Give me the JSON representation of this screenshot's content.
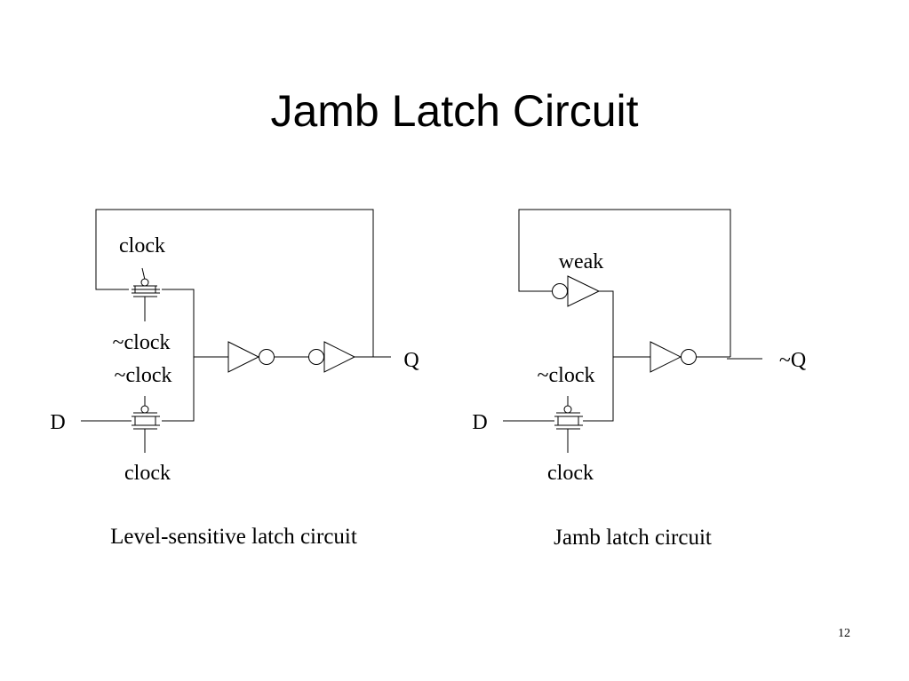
{
  "slide": {
    "title": "Jamb Latch Circuit",
    "page_number": "12"
  },
  "left_circuit": {
    "caption": "Level-sensitive latch circuit",
    "input_label": "D",
    "output_label": "Q",
    "feedback_gate_top_label": "clock",
    "feedback_gate_bottom_label": "~clock",
    "input_gate_top_label": "~clock",
    "input_gate_bottom_label": "clock"
  },
  "right_circuit": {
    "caption": "Jamb latch circuit",
    "input_label": "D",
    "output_label": "~Q",
    "weak_inverter_label": "weak",
    "input_gate_top_label": "~clock",
    "input_gate_bottom_label": "clock"
  }
}
